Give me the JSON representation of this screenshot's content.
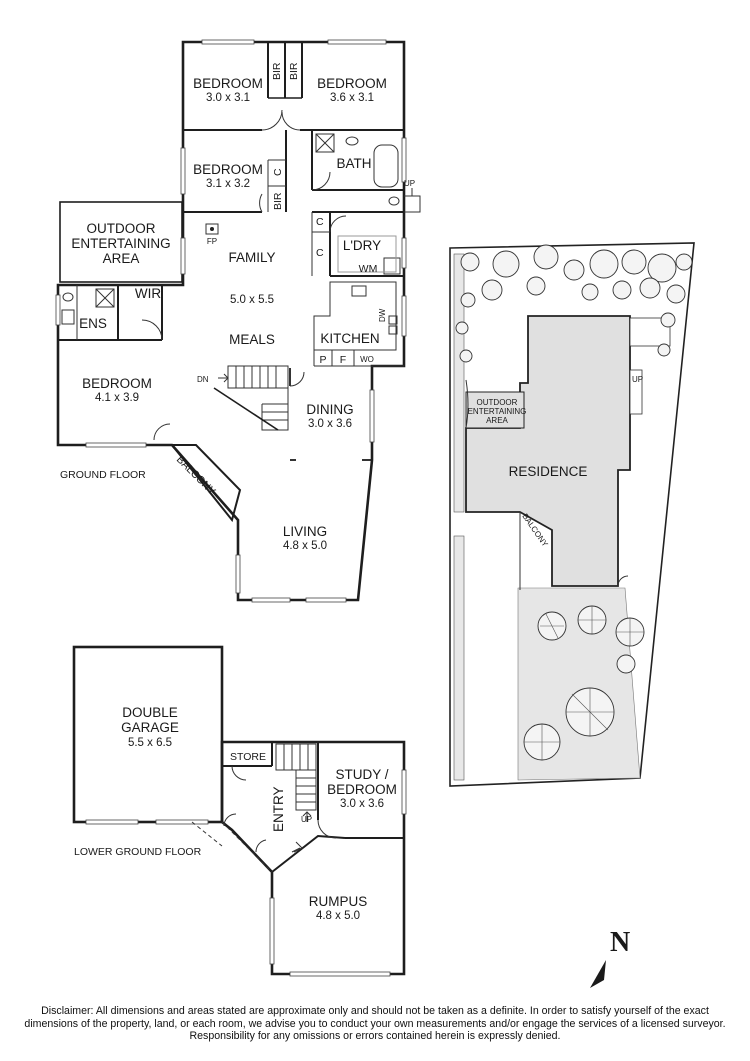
{
  "floors": {
    "ground": "GROUND FLOOR",
    "lower": "LOWER GROUND FLOOR"
  },
  "rooms": {
    "bed1": {
      "name": "BEDROOM",
      "dim": "3.0 x 3.1"
    },
    "bed2": {
      "name": "BEDROOM",
      "dim": "3.6 x 3.1"
    },
    "bed3": {
      "name": "BEDROOM",
      "dim": "3.1 x 3.2"
    },
    "bed4": {
      "name": "BEDROOM",
      "dim": "4.1 x 3.9"
    },
    "bath": "BATH",
    "outdoor": [
      "OUTDOOR",
      "ENTERTAINING",
      "AREA"
    ],
    "family": {
      "name": "FAMILY",
      "dim": "5.0 x 5.5"
    },
    "meals": "MEALS",
    "kitchen": "KITCHEN",
    "laundry": "L'DRY",
    "dining": {
      "name": "DINING",
      "dim": "3.0 x 3.6"
    },
    "living": {
      "name": "LIVING",
      "dim": "4.8 x 5.0"
    },
    "balcony": "BALCONY",
    "ens": "ENS",
    "wir": "WIR",
    "garage": {
      "name": [
        "DOUBLE",
        "GARAGE"
      ],
      "dim": "5.5 x 6.5"
    },
    "store": "STORE",
    "entry": "ENTRY",
    "study": {
      "name": [
        "STUDY /",
        "BEDROOM"
      ],
      "dim": "3.0 x 3.6"
    },
    "rumpus": {
      "name": "RUMPUS",
      "dim": "4.8 x 5.0"
    }
  },
  "fixtures": {
    "bir": "BIR",
    "c": "C",
    "fp": "FP",
    "wm": "WM",
    "dw": "DW",
    "p": "P",
    "f": "F",
    "wo": "WO",
    "up": "UP",
    "dn": "DN"
  },
  "site": {
    "residence": "RESIDENCE",
    "outdoor": [
      "OUTDOOR",
      "ENTERTAINING",
      "AREA"
    ],
    "balcony": "BALCONY",
    "up": "UP"
  },
  "compass": "N",
  "disclaimer": "Disclaimer: All dimensions and areas stated are approximate only and should not be taken as a definite. In order to satisfy yourself of the exact dimensions of the property, land, or each room, we advise you to conduct your own measurements and/or engage the services of a licensed surveyor. Responsibility for any omissions or errors contained herein is expressly denied."
}
